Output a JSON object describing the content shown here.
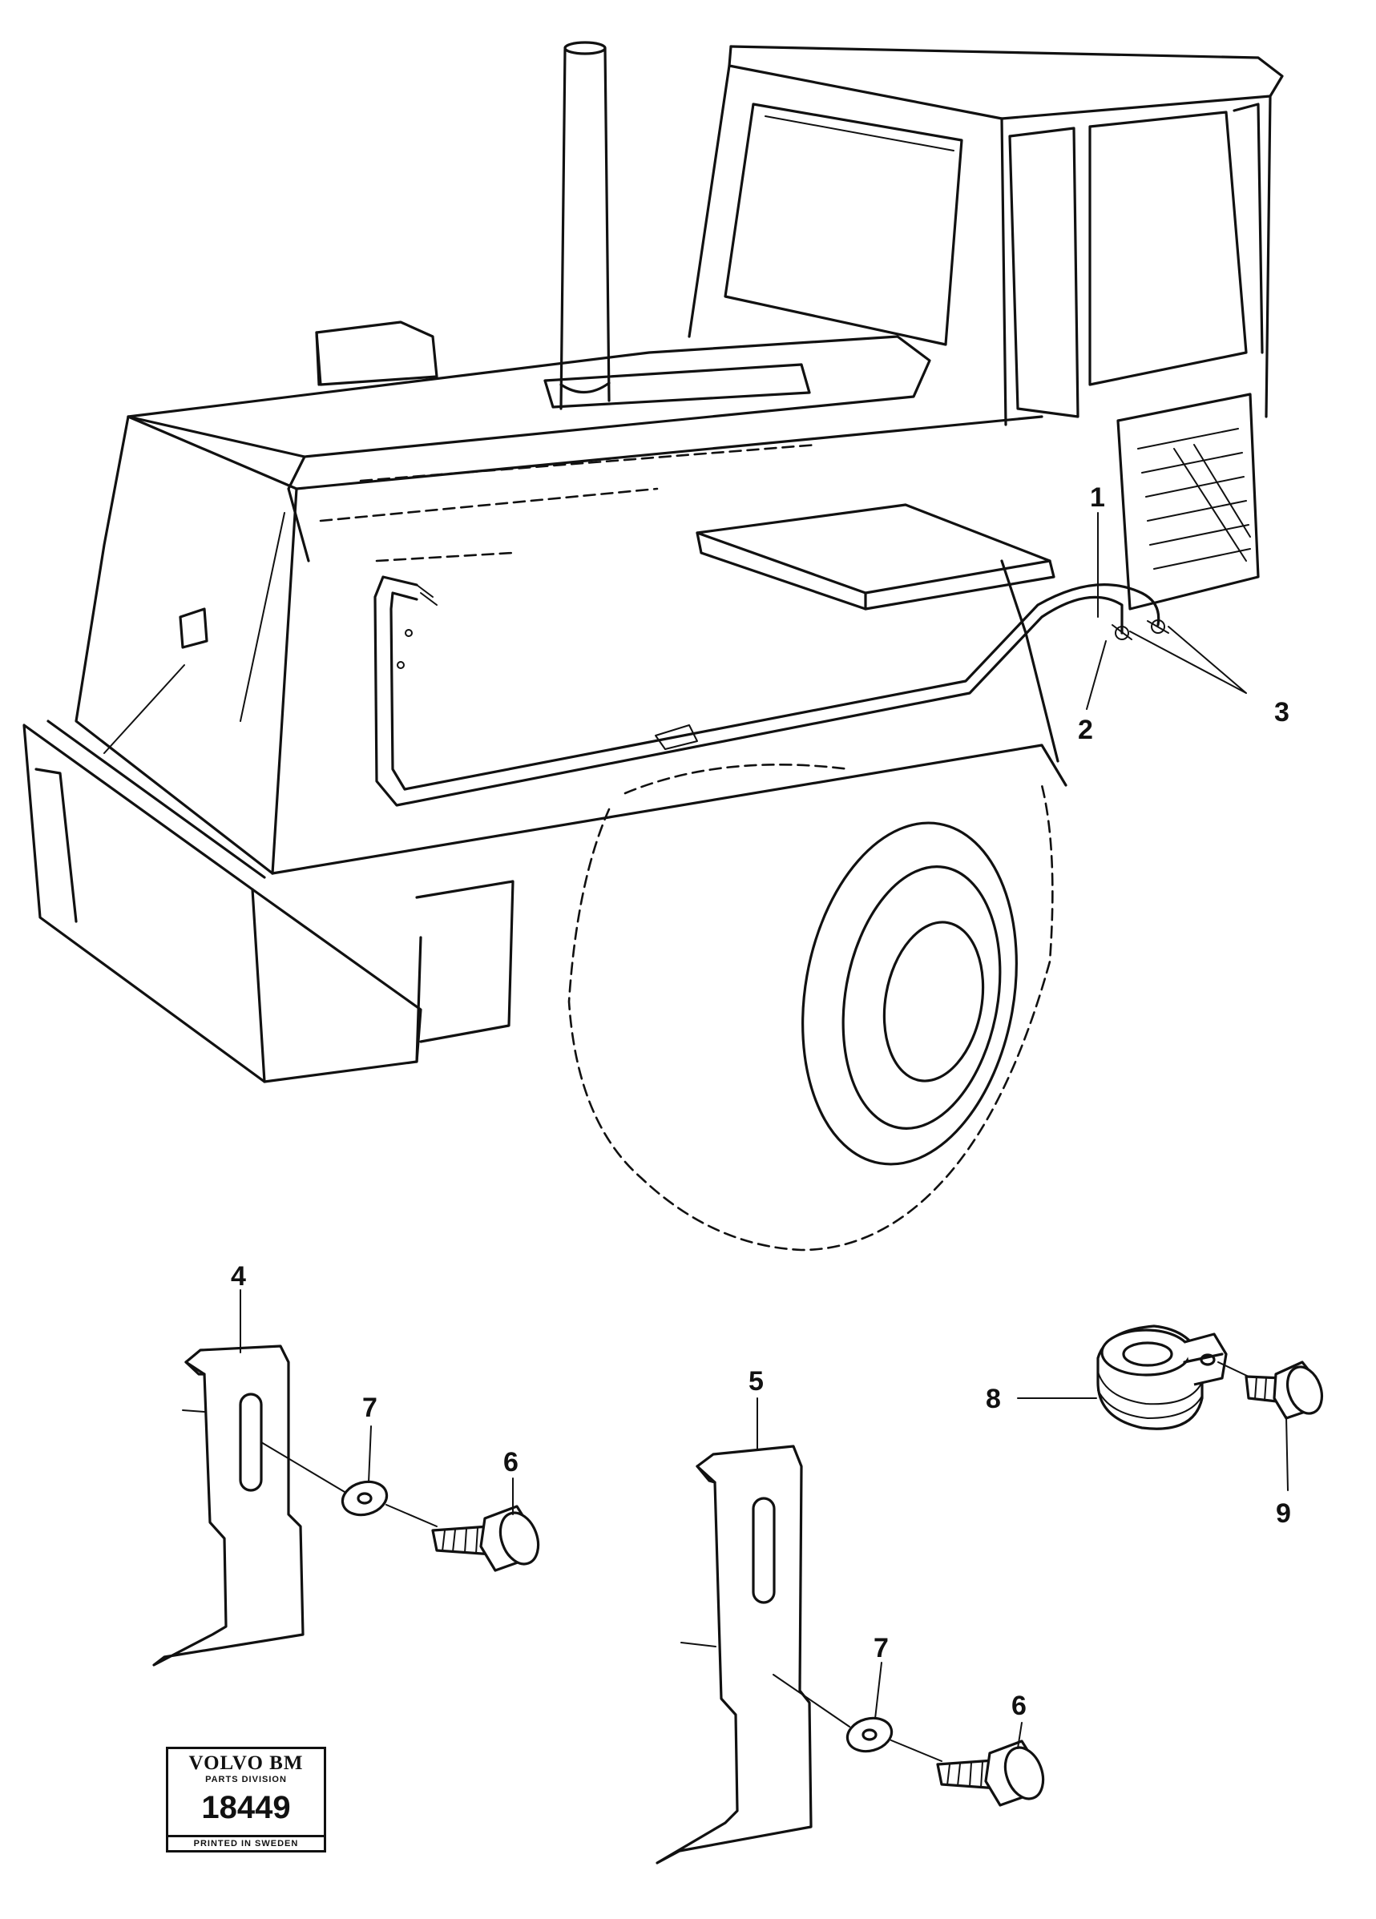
{
  "callouts": {
    "n1": "1",
    "n2": "2",
    "n3": "3",
    "n4": "4",
    "n5": "5",
    "n6a": "6",
    "n6b": "6",
    "n7a": "7",
    "n7b": "7",
    "n8": "8",
    "n9": "9"
  },
  "stamp": {
    "brand": "VOLVO BM",
    "division": "PARTS DIVISION",
    "number": "18449",
    "footer": "PRINTED IN SWEDEN"
  }
}
